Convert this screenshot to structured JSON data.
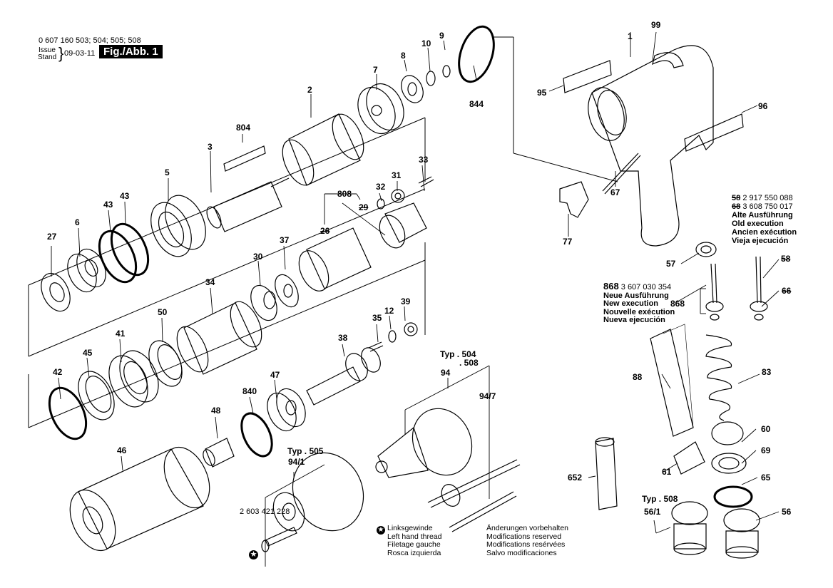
{
  "header": {
    "model_numbers": "0 607 160 503; 504; 505; 508",
    "issue_label": "Issue",
    "stand_label": "Stand",
    "issue_date": "09-03-11",
    "figure_label": "Fig./Abb. 1"
  },
  "part_labels": {
    "p1": "1",
    "p2": "2",
    "p3": "3",
    "p5": "5",
    "p6": "6",
    "p7": "7",
    "p8": "8",
    "p9": "9",
    "p10": "10",
    "p12": "12",
    "p26": "26",
    "p27": "27",
    "p29": "29",
    "p30": "30",
    "p31": "31",
    "p32": "32",
    "p33": "33",
    "p34": "34",
    "p35": "35",
    "p37": "37",
    "p38": "38",
    "p39": "39",
    "p41": "41",
    "p42": "42",
    "p43a": "43",
    "p43b": "43",
    "p45": "45",
    "p46": "46",
    "p47": "47",
    "p48": "48",
    "p50": "50",
    "p56": "56",
    "p57": "57",
    "p58": "58",
    "p60": "60",
    "p61": "61",
    "p65": "65",
    "p66": "66",
    "p67": "67",
    "p69": "69",
    "p77": "77",
    "p83": "83",
    "p88": "88",
    "p94": "94",
    "p94_7": "94/7",
    "p94_1": "94/1",
    "p56_1": "56/1",
    "p95": "95",
    "p96": "96",
    "p99": "99",
    "p652": "652",
    "p804": "804",
    "p808": "808",
    "p840": "840",
    "p844": "844",
    "p868": "868"
  },
  "type_labels": {
    "typ504": "Typ . 504",
    "typ508b": ". 508",
    "typ505": "Typ . 505",
    "typ508": "Typ . 508"
  },
  "screw_part_number": "2 603 421 228",
  "old_execution": {
    "line1_part": "58",
    "line1_number": "2 917 550 088",
    "line2_part": "68",
    "line2_number": "3 608 750 017",
    "lines": [
      "Alte Ausführung",
      "Old execution",
      "Ancien exécution",
      "Vieja ejecución"
    ]
  },
  "new_execution": {
    "part": "868",
    "number": "3 607 030 354",
    "lines": [
      "Neue Ausführung",
      "New execution",
      "Nouvelle exécution",
      "Nueva ejecución"
    ]
  },
  "legend_left_hand_thread": {
    "icon": "star-circle-icon",
    "lines": [
      "Linksgewinde",
      "Left hand thread",
      "Filetage gauche",
      "Rosca izquierda"
    ]
  },
  "legend_modifications": {
    "lines": [
      "Änderungen vorbehalten",
      "Modifications reserved",
      "Modifications resérvées",
      "Salvo modificaciones"
    ]
  }
}
